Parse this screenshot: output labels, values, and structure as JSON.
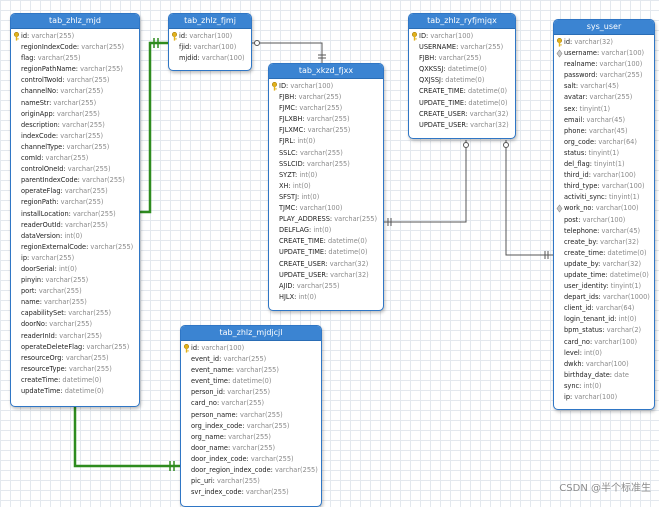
{
  "tables": [
    {
      "name": "tab_zhlz_mjd",
      "columns": [
        {
          "name": "id",
          "type": "varchar(255)",
          "pk": true
        },
        {
          "name": "regionIndexCode",
          "type": "varchar(255)"
        },
        {
          "name": "flag",
          "type": "varchar(255)"
        },
        {
          "name": "regionPathName",
          "type": "varchar(255)"
        },
        {
          "name": "controlTwoId",
          "type": "varchar(255)"
        },
        {
          "name": "channelNo",
          "type": "varchar(255)"
        },
        {
          "name": "nameStr",
          "type": "varchar(255)"
        },
        {
          "name": "originApp",
          "type": "varchar(255)"
        },
        {
          "name": "description",
          "type": "varchar(255)"
        },
        {
          "name": "indexCode",
          "type": "varchar(255)"
        },
        {
          "name": "channelType",
          "type": "varchar(255)"
        },
        {
          "name": "comId",
          "type": "varchar(255)"
        },
        {
          "name": "controlOneId",
          "type": "varchar(255)"
        },
        {
          "name": "parentIndexCode",
          "type": "varchar(255)"
        },
        {
          "name": "operateFlag",
          "type": "varchar(255)"
        },
        {
          "name": "regionPath",
          "type": "varchar(255)"
        },
        {
          "name": "installLocation",
          "type": "varchar(255)"
        },
        {
          "name": "readerOutId",
          "type": "varchar(255)"
        },
        {
          "name": "dataVersion",
          "type": "int(0)"
        },
        {
          "name": "regionExternalCode",
          "type": "varchar(255)"
        },
        {
          "name": "ip",
          "type": "varchar(255)"
        },
        {
          "name": "doorSerial",
          "type": "int(0)"
        },
        {
          "name": "pinyin",
          "type": "varchar(255)"
        },
        {
          "name": "port",
          "type": "varchar(255)"
        },
        {
          "name": "name",
          "type": "varchar(255)"
        },
        {
          "name": "capabilitySet",
          "type": "varchar(255)"
        },
        {
          "name": "doorNo",
          "type": "varchar(255)"
        },
        {
          "name": "readerInId",
          "type": "varchar(255)"
        },
        {
          "name": "operateDeleteFlag",
          "type": "varchar(255)"
        },
        {
          "name": "resourceOrg",
          "type": "varchar(255)"
        },
        {
          "name": "resourceType",
          "type": "varchar(255)"
        },
        {
          "name": "createTime",
          "type": "datetime(0)"
        },
        {
          "name": "updateTime",
          "type": "datetime(0)"
        }
      ]
    },
    {
      "name": "tab_zhlz_fjmj",
      "columns": [
        {
          "name": "id",
          "type": "varchar(100)",
          "pk": true
        },
        {
          "name": "fjid",
          "type": "varchar(100)"
        },
        {
          "name": "mjdid",
          "type": "varchar(100)"
        }
      ]
    },
    {
      "name": "tab_xkzd_fjxx",
      "columns": [
        {
          "name": "ID",
          "type": "varchar(100)",
          "pk": true
        },
        {
          "name": "FJBH",
          "type": "varchar(255)"
        },
        {
          "name": "FJMC",
          "type": "varchar(255)"
        },
        {
          "name": "FJLXBH",
          "type": "varchar(255)"
        },
        {
          "name": "FJLXMC",
          "type": "varchar(255)"
        },
        {
          "name": "FJRL",
          "type": "int(0)"
        },
        {
          "name": "SSLC",
          "type": "varchar(255)"
        },
        {
          "name": "SSLCID",
          "type": "varchar(255)"
        },
        {
          "name": "SYZT",
          "type": "int(0)"
        },
        {
          "name": "XH",
          "type": "int(0)"
        },
        {
          "name": "SFSTJ",
          "type": "int(0)"
        },
        {
          "name": "TJMC",
          "type": "varchar(100)"
        },
        {
          "name": "PLAY_ADDRESS",
          "type": "varchar(255)"
        },
        {
          "name": "DELFLAG",
          "type": "int(0)"
        },
        {
          "name": "CREATE_TIME",
          "type": "datetime(0)"
        },
        {
          "name": "UPDATE_TIME",
          "type": "datetime(0)"
        },
        {
          "name": "CREATE_USER",
          "type": "varchar(32)"
        },
        {
          "name": "UPDATE_USER",
          "type": "varchar(32)"
        },
        {
          "name": "AJID",
          "type": "varchar(255)"
        },
        {
          "name": "HJLX",
          "type": "int(0)"
        }
      ]
    },
    {
      "name": "tab_zhlz_ryfjmjqx",
      "columns": [
        {
          "name": "ID",
          "type": "varchar(100)",
          "pk": true
        },
        {
          "name": "USERNAME",
          "type": "varchar(255)"
        },
        {
          "name": "FJBH",
          "type": "varchar(255)"
        },
        {
          "name": "QXKSSJ",
          "type": "datetime(0)"
        },
        {
          "name": "QXJSSJ",
          "type": "datetime(0)"
        },
        {
          "name": "CREATE_TIME",
          "type": "datetime(0)"
        },
        {
          "name": "UPDATE_TIME",
          "type": "datetime(0)"
        },
        {
          "name": "CREATE_USER",
          "type": "varchar(32)"
        },
        {
          "name": "UPDATE_USER",
          "type": "varchar(32)"
        }
      ]
    },
    {
      "name": "sys_user",
      "columns": [
        {
          "name": "id",
          "type": "varchar(32)",
          "pk": true
        },
        {
          "name": "username",
          "type": "varchar(100)",
          "unique": true
        },
        {
          "name": "realname",
          "type": "varchar(100)"
        },
        {
          "name": "password",
          "type": "varchar(255)"
        },
        {
          "name": "salt",
          "type": "varchar(45)"
        },
        {
          "name": "avatar",
          "type": "varchar(255)"
        },
        {
          "name": "sex",
          "type": "tinyint(1)"
        },
        {
          "name": "email",
          "type": "varchar(45)"
        },
        {
          "name": "phone",
          "type": "varchar(45)"
        },
        {
          "name": "org_code",
          "type": "varchar(64)"
        },
        {
          "name": "status",
          "type": "tinyint(1)"
        },
        {
          "name": "del_flag",
          "type": "tinyint(1)"
        },
        {
          "name": "third_id",
          "type": "varchar(100)"
        },
        {
          "name": "third_type",
          "type": "varchar(100)"
        },
        {
          "name": "activiti_sync",
          "type": "tinyint(1)"
        },
        {
          "name": "work_no",
          "type": "varchar(100)",
          "unique": true
        },
        {
          "name": "post",
          "type": "varchar(100)"
        },
        {
          "name": "telephone",
          "type": "varchar(45)"
        },
        {
          "name": "create_by",
          "type": "varchar(32)"
        },
        {
          "name": "create_time",
          "type": "datetime(0)"
        },
        {
          "name": "update_by",
          "type": "varchar(32)"
        },
        {
          "name": "update_time",
          "type": "datetime(0)"
        },
        {
          "name": "user_identity",
          "type": "tinyint(1)"
        },
        {
          "name": "depart_ids",
          "type": "varchar(1000)"
        },
        {
          "name": "client_id",
          "type": "varchar(64)"
        },
        {
          "name": "login_tenant_id",
          "type": "int(0)"
        },
        {
          "name": "bpm_status",
          "type": "varchar(2)"
        },
        {
          "name": "card_no",
          "type": "varchar(100)"
        },
        {
          "name": "level",
          "type": "int(0)"
        },
        {
          "name": "dwkh",
          "type": "varchar(100)"
        },
        {
          "name": "birthday_date",
          "type": "date"
        },
        {
          "name": "sync",
          "type": "int(0)"
        },
        {
          "name": "ip",
          "type": "varchar(100)"
        }
      ]
    },
    {
      "name": "tab_zhlz_mjdjcjl",
      "columns": [
        {
          "name": "id",
          "type": "varchar(100)",
          "pk": true
        },
        {
          "name": "event_id",
          "type": "varchar(255)"
        },
        {
          "name": "event_name",
          "type": "varchar(255)"
        },
        {
          "name": "event_time",
          "type": "datetime(0)"
        },
        {
          "name": "person_id",
          "type": "varchar(255)"
        },
        {
          "name": "card_no",
          "type": "varchar(255)"
        },
        {
          "name": "person_name",
          "type": "varchar(255)"
        },
        {
          "name": "org_index_code",
          "type": "varchar(255)"
        },
        {
          "name": "org_name",
          "type": "varchar(255)"
        },
        {
          "name": "door_name",
          "type": "varchar(255)"
        },
        {
          "name": "door_index_code",
          "type": "varchar(255)"
        },
        {
          "name": "door_region_index_code",
          "type": "varchar(255)"
        },
        {
          "name": "pic_uri",
          "type": "varchar(255)"
        },
        {
          "name": "svr_index_code",
          "type": "varchar(255)"
        }
      ]
    }
  ],
  "connector_colors": {
    "highlight": "#2e8b1f",
    "normal": "#555555"
  },
  "watermark": "CSDN @半个标准生"
}
